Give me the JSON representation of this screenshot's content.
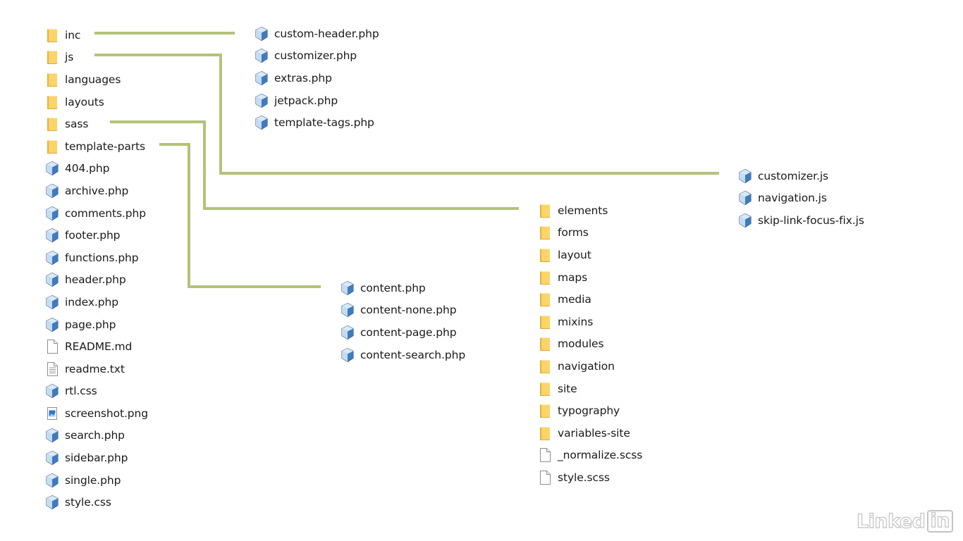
{
  "colors": {
    "connector": "#b2c37a",
    "folder": "#fbd46a",
    "php_icon": "#4d88c9",
    "text": "#1a1a1a"
  },
  "root": {
    "items": [
      {
        "name": "inc",
        "icon": "folder-icon"
      },
      {
        "name": "js",
        "icon": "folder-icon"
      },
      {
        "name": "languages",
        "icon": "folder-icon"
      },
      {
        "name": "layouts",
        "icon": "folder-icon"
      },
      {
        "name": "sass",
        "icon": "folder-icon"
      },
      {
        "name": "template-parts",
        "icon": "folder-icon"
      },
      {
        "name": "404.php",
        "icon": "php-file-icon"
      },
      {
        "name": "archive.php",
        "icon": "php-file-icon"
      },
      {
        "name": "comments.php",
        "icon": "php-file-icon"
      },
      {
        "name": "footer.php",
        "icon": "php-file-icon"
      },
      {
        "name": "functions.php",
        "icon": "php-file-icon"
      },
      {
        "name": "header.php",
        "icon": "php-file-icon"
      },
      {
        "name": "index.php",
        "icon": "php-file-icon"
      },
      {
        "name": "page.php",
        "icon": "php-file-icon"
      },
      {
        "name": "README.md",
        "icon": "blank-file-icon"
      },
      {
        "name": "readme.txt",
        "icon": "text-file-icon"
      },
      {
        "name": "rtl.css",
        "icon": "php-file-icon"
      },
      {
        "name": "screenshot.png",
        "icon": "image-file-icon"
      },
      {
        "name": "search.php",
        "icon": "php-file-icon"
      },
      {
        "name": "sidebar.php",
        "icon": "php-file-icon"
      },
      {
        "name": "single.php",
        "icon": "php-file-icon"
      },
      {
        "name": "style.css",
        "icon": "php-file-icon"
      }
    ]
  },
  "inc": {
    "items": [
      {
        "name": "custom-header.php",
        "icon": "php-file-icon"
      },
      {
        "name": "customizer.php",
        "icon": "php-file-icon"
      },
      {
        "name": "extras.php",
        "icon": "php-file-icon"
      },
      {
        "name": "jetpack.php",
        "icon": "php-file-icon"
      },
      {
        "name": "template-tags.php",
        "icon": "php-file-icon"
      }
    ]
  },
  "js": {
    "items": [
      {
        "name": "customizer.js",
        "icon": "php-file-icon"
      },
      {
        "name": "navigation.js",
        "icon": "php-file-icon"
      },
      {
        "name": "skip-link-focus-fix.js",
        "icon": "php-file-icon"
      }
    ]
  },
  "sass": {
    "items": [
      {
        "name": "elements",
        "icon": "folder-icon"
      },
      {
        "name": "forms",
        "icon": "folder-icon"
      },
      {
        "name": "layout",
        "icon": "folder-icon"
      },
      {
        "name": "maps",
        "icon": "folder-icon"
      },
      {
        "name": "media",
        "icon": "folder-icon"
      },
      {
        "name": "mixins",
        "icon": "folder-icon"
      },
      {
        "name": "modules",
        "icon": "folder-icon"
      },
      {
        "name": "navigation",
        "icon": "folder-icon"
      },
      {
        "name": "site",
        "icon": "folder-icon"
      },
      {
        "name": "typography",
        "icon": "folder-icon"
      },
      {
        "name": "variables-site",
        "icon": "folder-icon"
      },
      {
        "name": "_normalize.scss",
        "icon": "blank-file-icon"
      },
      {
        "name": "style.scss",
        "icon": "blank-file-icon"
      }
    ]
  },
  "template_parts": {
    "items": [
      {
        "name": "content.php",
        "icon": "php-file-icon"
      },
      {
        "name": "content-none.php",
        "icon": "php-file-icon"
      },
      {
        "name": "content-page.php",
        "icon": "php-file-icon"
      },
      {
        "name": "content-search.php",
        "icon": "php-file-icon"
      }
    ]
  },
  "watermark": {
    "text": "Linked",
    "box_text": "in"
  }
}
